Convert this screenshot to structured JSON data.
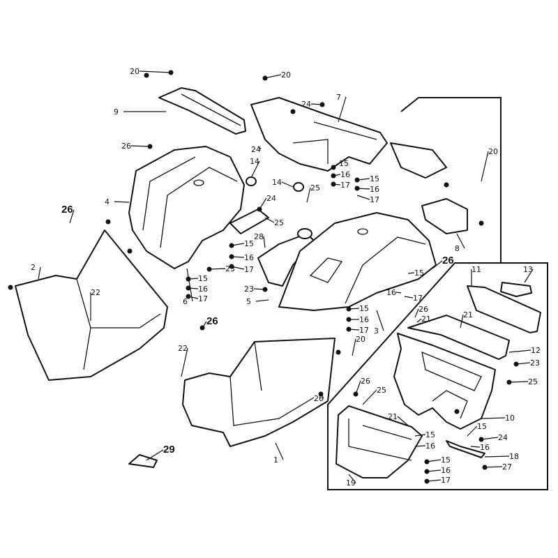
{
  "title": "Body fender and cover exploded parts diagram",
  "labels": [
    "20",
    "20",
    "9",
    "24",
    "7",
    "26",
    "24",
    "14",
    "15",
    "16",
    "17",
    "15",
    "16",
    "17",
    "20",
    "14",
    "25",
    "4",
    "24",
    "25",
    "26",
    "8",
    "28",
    "15",
    "16",
    "17",
    "23",
    "2",
    "6",
    "15",
    "16",
    "17",
    "23",
    "5",
    "22",
    "26",
    "15",
    "16",
    "17",
    "15",
    "16",
    "17",
    "3",
    "11",
    "13",
    "26",
    "21",
    "21",
    "12",
    "23",
    "25",
    "26",
    "22",
    "20",
    "26",
    "26",
    "25",
    "21",
    "15",
    "16",
    "10",
    "15",
    "24",
    "16",
    "18",
    "27",
    "15",
    "16",
    "17",
    "19",
    "1",
    "29"
  ],
  "bold_labels": [
    20,
    35,
    51,
    71
  ]
}
